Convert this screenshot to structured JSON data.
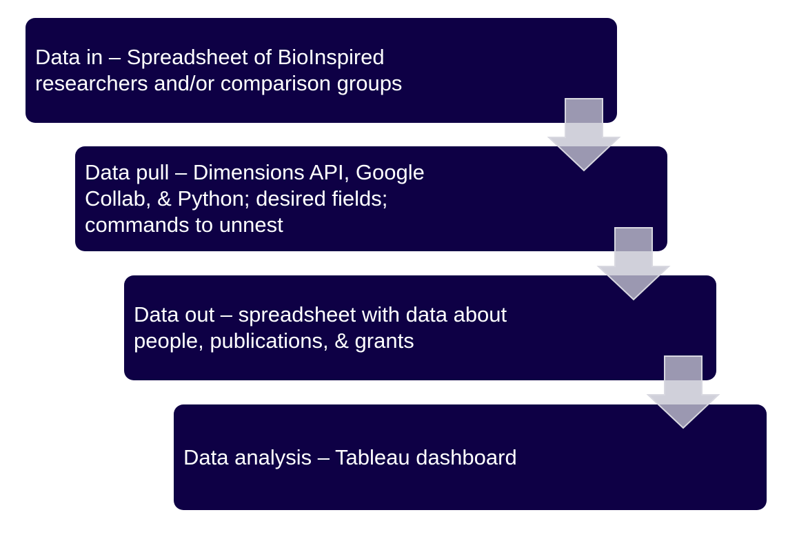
{
  "diagram": {
    "type": "process-flow",
    "steps": [
      {
        "label": "Data in – Spreadsheet of BioInspired\nresearchers and/or comparison groups"
      },
      {
        "label": "Data pull – Dimensions API, Google\nCollab, & Python; desired fields;\ncommands to unnest"
      },
      {
        "label": "Data out – spreadsheet with data about\npeople, publications, & grants"
      },
      {
        "label": "Data analysis – Tableau dashboard"
      }
    ],
    "arrows": [
      {
        "from": 1,
        "to": 2,
        "icon": "down-arrow-icon"
      },
      {
        "from": 2,
        "to": 3,
        "icon": "down-arrow-icon"
      },
      {
        "from": 3,
        "to": 4,
        "icon": "down-arrow-icon"
      }
    ],
    "colors": {
      "box": "#0e0045",
      "text": "#ffffff",
      "arrow": "#b8b8c6",
      "background": "#ffffff"
    }
  }
}
